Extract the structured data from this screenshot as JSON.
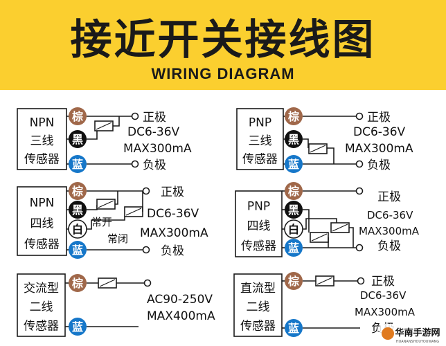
{
  "header": {
    "title": "接近开关接线图",
    "subtitle": "WIRING DIAGRAM"
  },
  "colors": {
    "header_bg": "#fbcf2f",
    "brown": "#a0684a",
    "black": "#111111",
    "white": "#ffffff",
    "blue": "#1677c9",
    "line": "#1a1a1a"
  },
  "wire_labels": {
    "brown": "棕",
    "black": "黑",
    "white": "白",
    "blue": "蓝"
  },
  "panels": [
    {
      "sensor": [
        "NPN",
        "三线",
        "传感器"
      ],
      "positive": "正极",
      "voltage": "DC6-36V",
      "current": "MAX300mA",
      "negative": "负极"
    },
    {
      "sensor": [
        "PNP",
        "三线",
        "传感器"
      ],
      "positive": "正极",
      "voltage": "DC6-36V",
      "current": "MAX300mA",
      "negative": "负极"
    },
    {
      "sensor": [
        "NPN",
        "四线",
        "传感器"
      ],
      "positive": "正极",
      "voltage": "DC6-36V",
      "current": "MAX300mA",
      "negative": "负极",
      "no_label": "常开",
      "nc_label": "常闭"
    },
    {
      "sensor": [
        "PNP",
        "四线",
        "传感器"
      ],
      "positive": "正极",
      "voltage": "DC6-36V",
      "current": "MAX300mA",
      "negative": "负极"
    },
    {
      "sensor": [
        "交流型",
        "二线",
        "传感器"
      ],
      "voltage": "AC90-250V",
      "current": "MAX400mA"
    },
    {
      "sensor": [
        "直流型",
        "二线",
        "传感器"
      ],
      "positive": "正极",
      "voltage": "DC6-36V",
      "current": "MAX300mA",
      "negative": "负极"
    }
  ],
  "watermark": {
    "logo_text": "华南手游网",
    "url_text": "HUANANSHOUYOUWANG"
  }
}
